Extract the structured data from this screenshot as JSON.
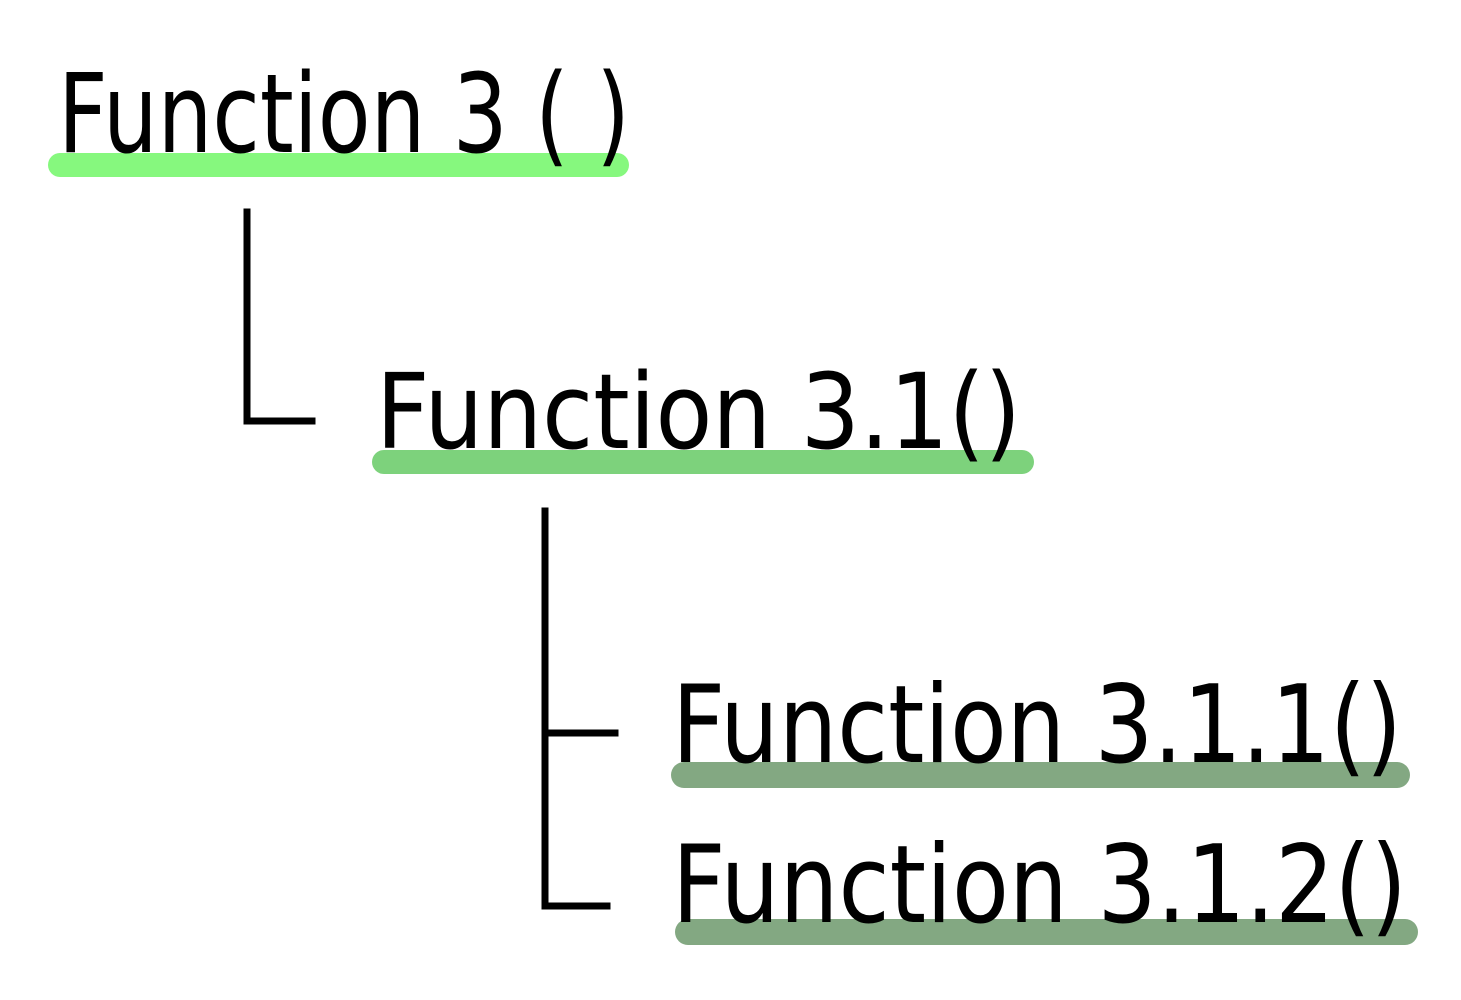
{
  "diagram": {
    "type": "function-call-tree",
    "nodes": [
      {
        "id": "f3",
        "label": "Function 3 ( )",
        "level": 0,
        "highlight_color": "#86f87e"
      },
      {
        "id": "f31",
        "label": "Function 3.1()",
        "level": 1,
        "parent": "f3",
        "highlight_color": "#7dd27c"
      },
      {
        "id": "f311",
        "label": "Function 3.1.1()",
        "level": 2,
        "parent": "f31",
        "highlight_color": "#83a882"
      },
      {
        "id": "f312",
        "label": "Function 3.1.2()",
        "level": 2,
        "parent": "f31",
        "highlight_color": "#83a882"
      }
    ],
    "line_color": "#000000"
  }
}
